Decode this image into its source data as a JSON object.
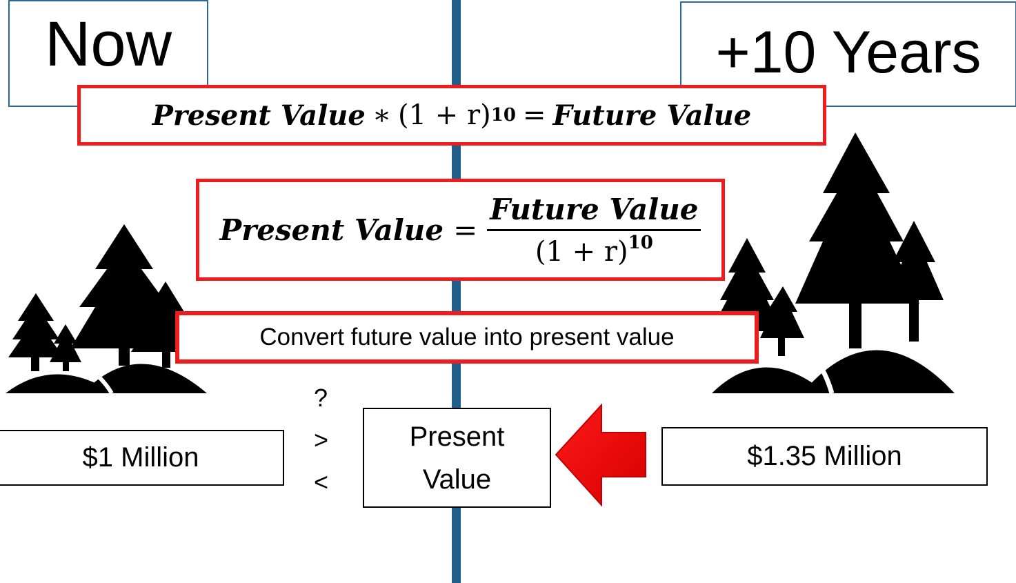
{
  "timeline": {
    "color": "#1f5f8b"
  },
  "labels": {
    "now": "Now",
    "future": "+10 Years"
  },
  "formulas": {
    "future_value_eq": {
      "left": "Present Value",
      "times": "∗",
      "growth": "(1 + r)",
      "exponent": "10",
      "equals": "=",
      "right": "Future Value"
    },
    "present_value_eq": {
      "left": "Present Value",
      "equals": "=",
      "numerator": "Future Value",
      "denominator": "(1 + r)",
      "exponent": "10"
    }
  },
  "convert_note": "Convert future value into present value",
  "comparison": {
    "question": "?",
    "greater": ">",
    "less": "<"
  },
  "values": {
    "now_amount": "$1 Million",
    "future_amount": "$1.35 Million",
    "present_value_line1": "Present",
    "present_value_line2": "Value"
  },
  "icons": {
    "left_scene": "small-forest-icon",
    "right_scene": "large-forest-icon",
    "arrow": "left-arrow-icon"
  },
  "colors": {
    "accent_red": "#ee1c1c",
    "box_border_blue": "#2b6a96",
    "arrow_red": "#e60000"
  }
}
